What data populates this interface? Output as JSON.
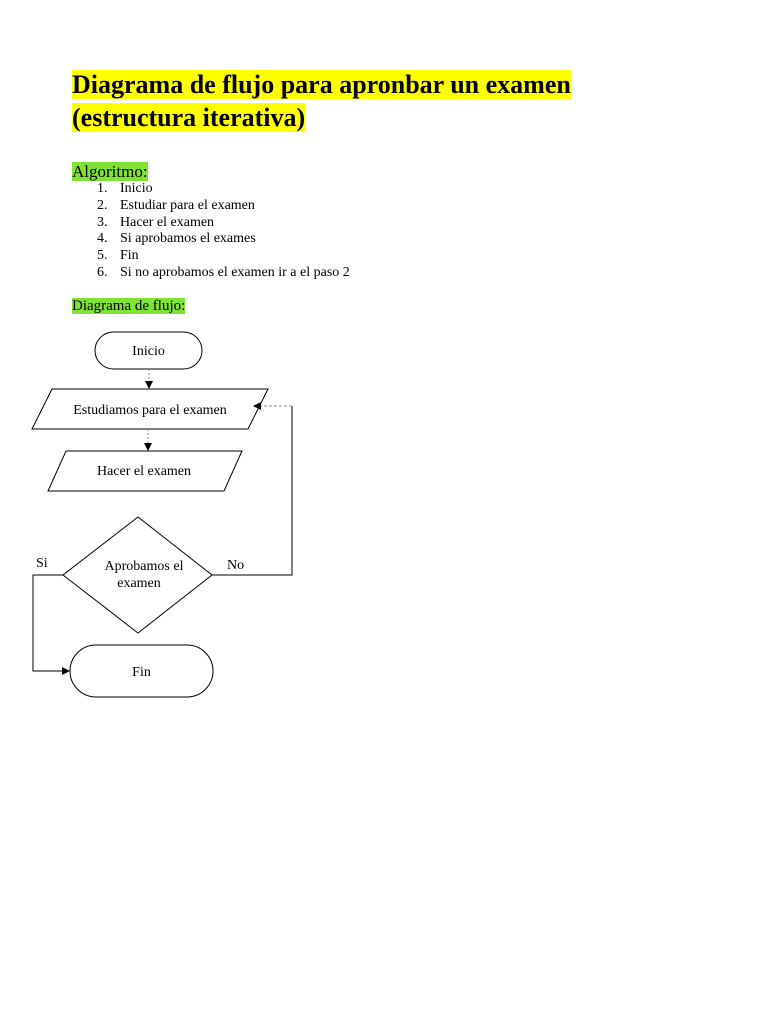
{
  "document": {
    "title": "Diagrama de flujo para apronbar un examen (estructura iterativa)",
    "title_highlight_color": "#ffff00",
    "section_highlight_color": "#7fe234"
  },
  "algorithm": {
    "label": "Algoritmo:",
    "steps": [
      {
        "num": "1.",
        "text": "Inicio"
      },
      {
        "num": "2.",
        "text": "Estudiar para el examen"
      },
      {
        "num": "3.",
        "text": "Hacer el examen"
      },
      {
        "num": "4.",
        "text": "Si aprobamos el exames"
      },
      {
        "num": "5.",
        "text": "Fin"
      },
      {
        "num": "6.",
        "text": "Si no aprobamos el examen ir a el paso 2"
      }
    ]
  },
  "flowchart": {
    "label": "Diagrama de flujo:",
    "start": "Inicio",
    "study": "Estudiamos para el examen",
    "exam": "Hacer el examen",
    "decision_line1": "Aprobamos el",
    "decision_line2": "examen",
    "yes_label": "Si",
    "no_label": "No",
    "end": "Fin"
  }
}
